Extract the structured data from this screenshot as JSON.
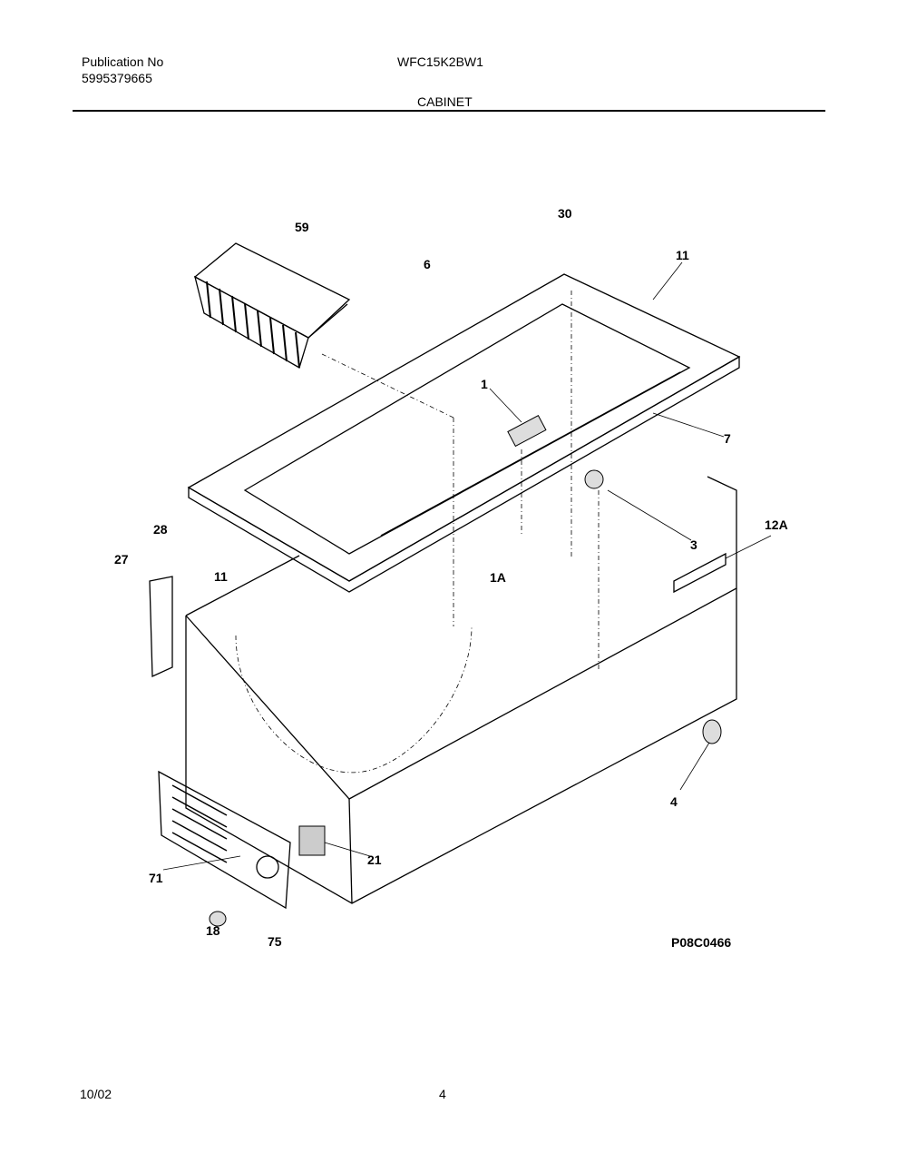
{
  "header": {
    "publication_label": "Publication No",
    "publication_number": "5995379665",
    "model": "WFC15K2BW1",
    "section": "CABINET"
  },
  "diagram": {
    "part_labels": [
      "59",
      "30",
      "6",
      "11",
      "1",
      "7",
      "3",
      "12A",
      "28",
      "27",
      "11",
      "1A",
      "4",
      "21",
      "71",
      "18",
      "75"
    ],
    "figure_code": "P08C0466"
  },
  "footer": {
    "date": "10/02",
    "page": "4"
  }
}
